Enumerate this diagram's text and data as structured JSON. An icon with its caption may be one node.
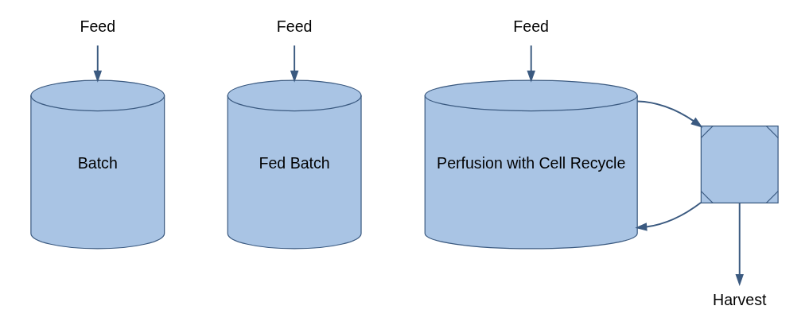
{
  "diagram": {
    "nodes": [
      {
        "text": [
          "Feed"
        ]
      },
      {
        "text": [
          "Batch"
        ]
      },
      {
        "text": [
          "Feed"
        ]
      },
      {
        "text": [
          "Fed Batch"
        ]
      },
      {
        "text": [
          "Feed"
        ]
      },
      {
        "text": [
          "Perfusion with Cell Recycle"
        ]
      },
      {
        "text": [],
        "shape": "box"
      },
      {
        "text": [
          "Harvest"
        ]
      }
    ],
    "edges": [
      {
        "from": 0,
        "to": 1,
        "arrow": "to"
      },
      {
        "from": 2,
        "to": 3,
        "arrow": "to"
      },
      {
        "from": 4,
        "to": 5,
        "arrow": "to"
      },
      {
        "from": 6,
        "to": 5,
        "arrow": "to"
      },
      {
        "from": 5,
        "to": 6,
        "arrow": "to"
      },
      {
        "from": 6,
        "to": 7,
        "arrow": "to"
      }
    ]
  }
}
